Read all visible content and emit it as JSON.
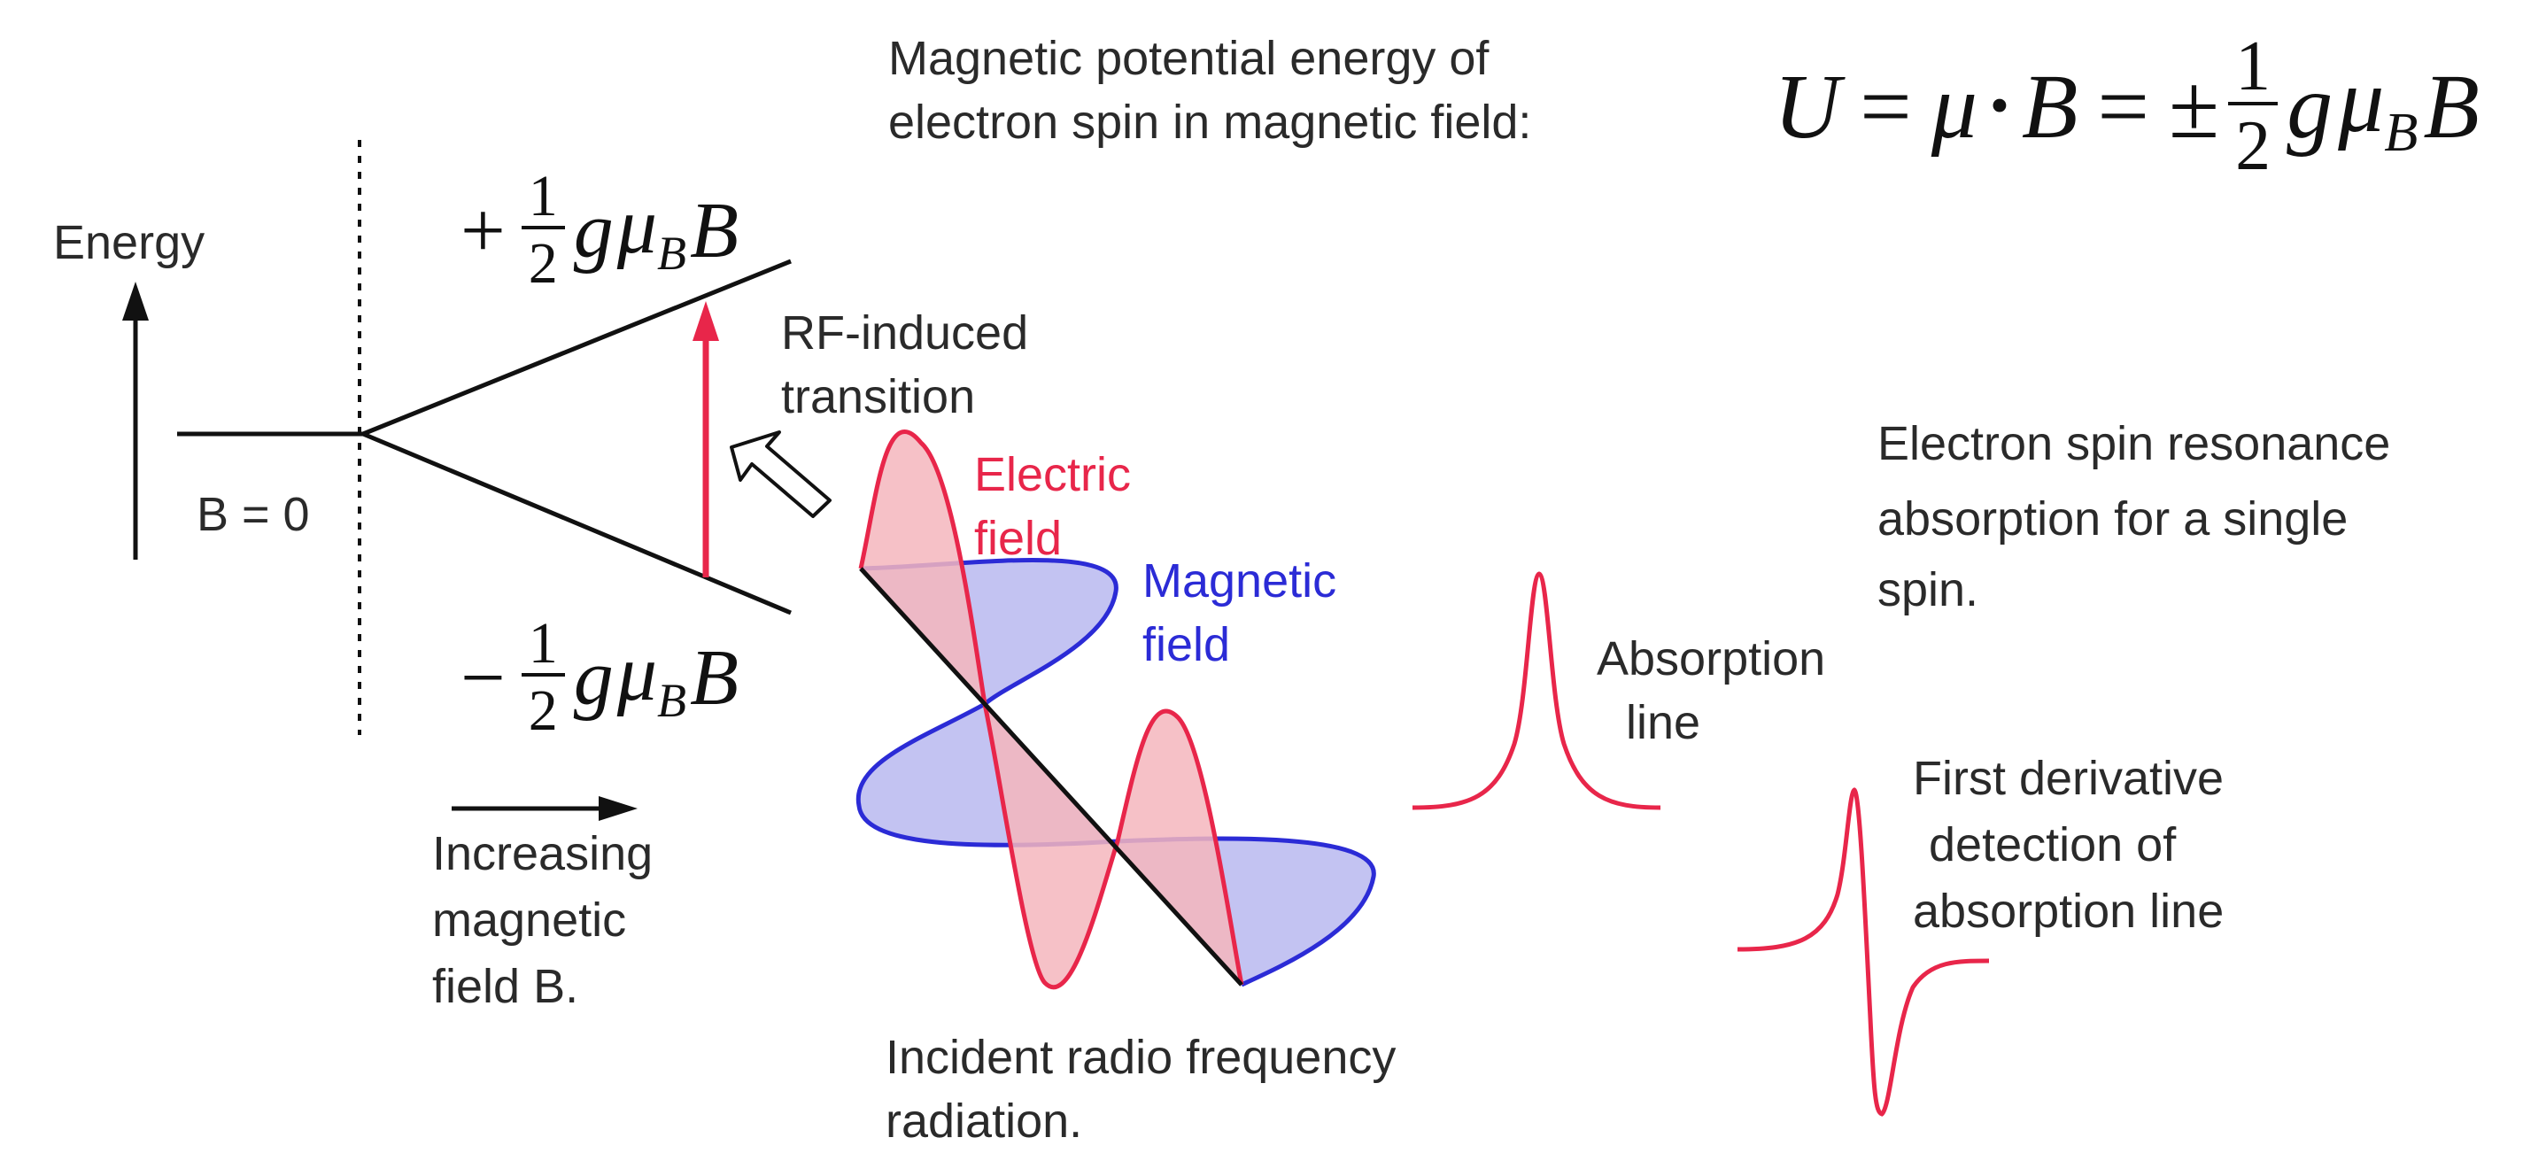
{
  "header": {
    "energy_title_line1": "Magnetic potential energy of",
    "energy_title_line2": "electron spin in magnetic field:"
  },
  "formula": {
    "U": "U",
    "eq1": "=",
    "mu": "μ",
    "dot": "•",
    "B": "B",
    "eq2": "=",
    "pm": "±",
    "num": "1",
    "den": "2",
    "g": "g",
    "mu2": "μ",
    "sub": "B",
    "B2": "B"
  },
  "levels": {
    "upper_sign": "+",
    "lower_sign": "−",
    "frac_num": "1",
    "frac_den": "2",
    "g": "g",
    "mu": "μ",
    "sub": "B",
    "B": "B"
  },
  "labels": {
    "energy_axis": "Energy",
    "b_zero": "B = 0",
    "increasing_line1": "Increasing",
    "increasing_line2": "magnetic",
    "increasing_line3": "field B.",
    "rf_line1": "RF-induced",
    "rf_line2": "transition",
    "electric_line1": "Electric",
    "electric_line2": "field",
    "magnetic_line1": "Magnetic",
    "magnetic_line2": "field",
    "incident_line1": "Incident radio frequency",
    "incident_line2": "radiation.",
    "esr_line1": "Electron spin resonance",
    "esr_line2": "absorption for a single",
    "esr_line3": "spin.",
    "absorption_line1": "Absorption",
    "absorption_line2": "line",
    "derivative_line1": "First derivative",
    "derivative_line2": "detection of",
    "derivative_line3": "absorption line"
  },
  "colors": {
    "red": "#e8264a",
    "red_fill": "#f4b6bd",
    "blue": "#2b2bd6",
    "blue_fill": "#b9b9f0",
    "line": "#111111"
  }
}
